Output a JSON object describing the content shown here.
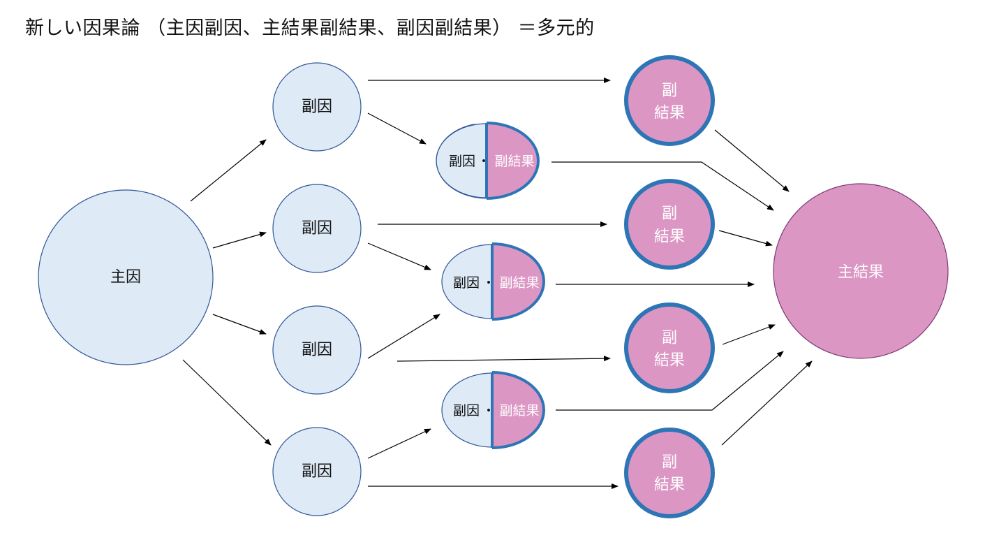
{
  "title": "新しい因果論 （主因副因、主結果副結果、副因副結果） ＝多元的",
  "colors": {
    "cause_fill": "#deeaf6",
    "cause_stroke": "#2f5597",
    "effect_fill": "#dc96c4",
    "effect_ring": "#2e75b6",
    "main_effect_stroke": "#7a3a72",
    "arrow": "#000000"
  },
  "nodes": {
    "main_cause": {
      "label": "主因"
    },
    "sub_causes": [
      {
        "label": "副因"
      },
      {
        "label": "副因"
      },
      {
        "label": "副因"
      },
      {
        "label": "副因"
      }
    ],
    "mixed": [
      {
        "cause_label": "副因",
        "separator": "・",
        "effect_label": "副結果"
      },
      {
        "cause_label": "副因",
        "separator": "・",
        "effect_label": "副結果"
      },
      {
        "cause_label": "副因",
        "separator": "・",
        "effect_label": "副結果"
      }
    ],
    "sub_effects": [
      {
        "line1": "副",
        "line2": "結果"
      },
      {
        "line1": "副",
        "line2": "結果"
      },
      {
        "line1": "副",
        "line2": "結果"
      },
      {
        "line1": "副",
        "line2": "結果"
      }
    ],
    "main_effect": {
      "label": "主結果"
    }
  }
}
